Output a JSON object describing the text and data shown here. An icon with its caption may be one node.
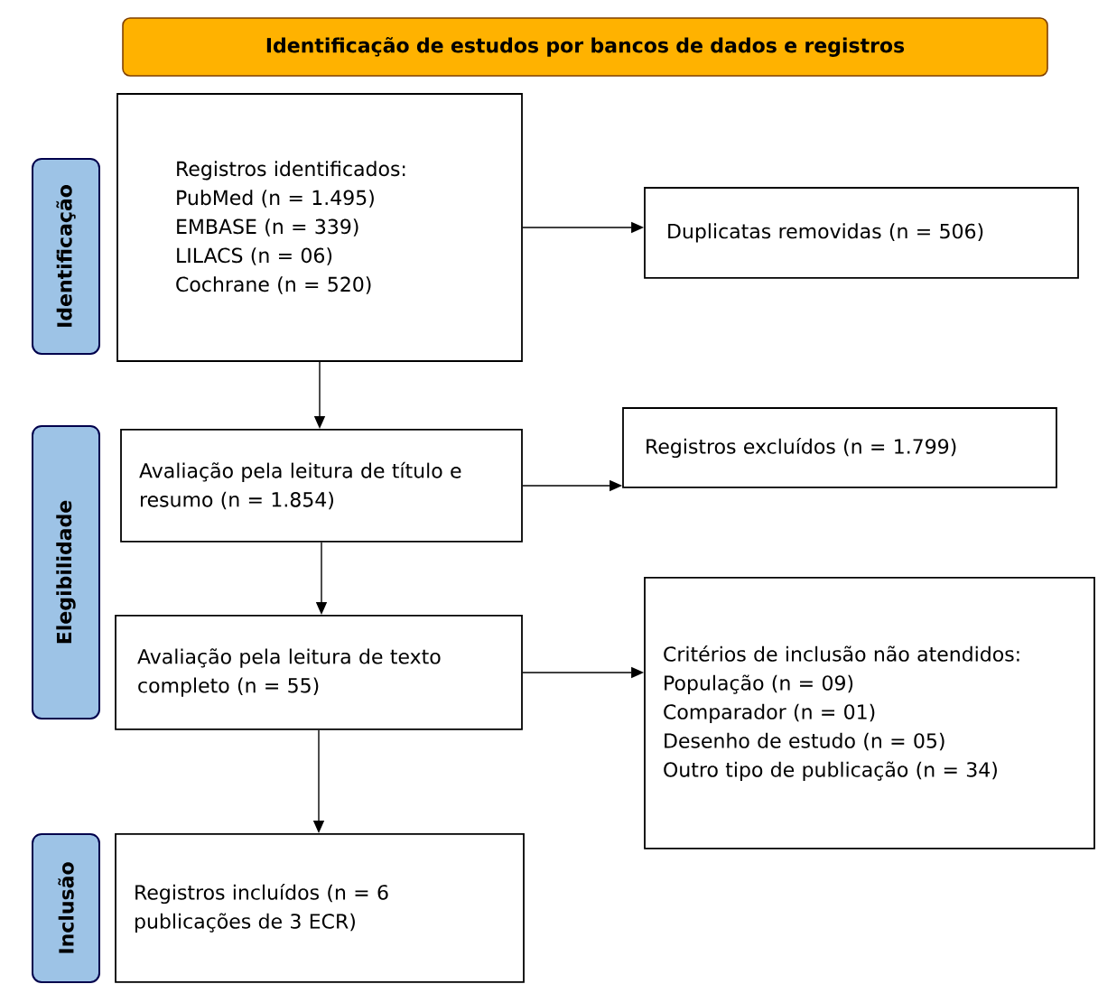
{
  "diagram": {
    "nodes": [
      {
        "text": [
          "Identificação de estudos por bancos de dados e registros"
        ]
      },
      {
        "text": [
          "Identificação"
        ]
      },
      {
        "text": [
          "Elegibilidade"
        ]
      },
      {
        "text": [
          "Inclusão"
        ]
      },
      {
        "text": [
          "Registros identificados:",
          "PubMed (n = 1.495)",
          "EMBASE (n = 339)",
          "LILACS (n = 06)",
          "Cochrane (n = 520)"
        ]
      },
      {
        "text": [
          "Duplicatas removidas (n = 506)"
        ]
      },
      {
        "text": [
          "Avaliação pela leitura de título e resumo (n = 1.854)"
        ]
      },
      {
        "text": [
          "Registros excluídos (n = 1.799)"
        ]
      },
      {
        "text": [
          "Avaliação pela leitura de texto completo (n = 55)"
        ]
      },
      {
        "text": [
          "Critérios de inclusão não atendidos:",
          "População (n = 09)",
          "Comparador (n = 01)",
          "Desenho de estudo (n = 05)",
          "Outro tipo de publicação (n = 34)"
        ]
      },
      {
        "text": [
          "Registros incluídos (n = 6 publicações de 3 ECR)"
        ]
      }
    ],
    "edges": [
      {
        "from": 4,
        "to": 5,
        "arrow": "to"
      },
      {
        "from": 4,
        "to": 6,
        "arrow": "to"
      },
      {
        "from": 6,
        "to": 7,
        "arrow": "to"
      },
      {
        "from": 6,
        "to": 8,
        "arrow": "to"
      },
      {
        "from": 8,
        "to": 9,
        "arrow": "to"
      },
      {
        "from": 8,
        "to": 10,
        "arrow": "to"
      }
    ]
  }
}
